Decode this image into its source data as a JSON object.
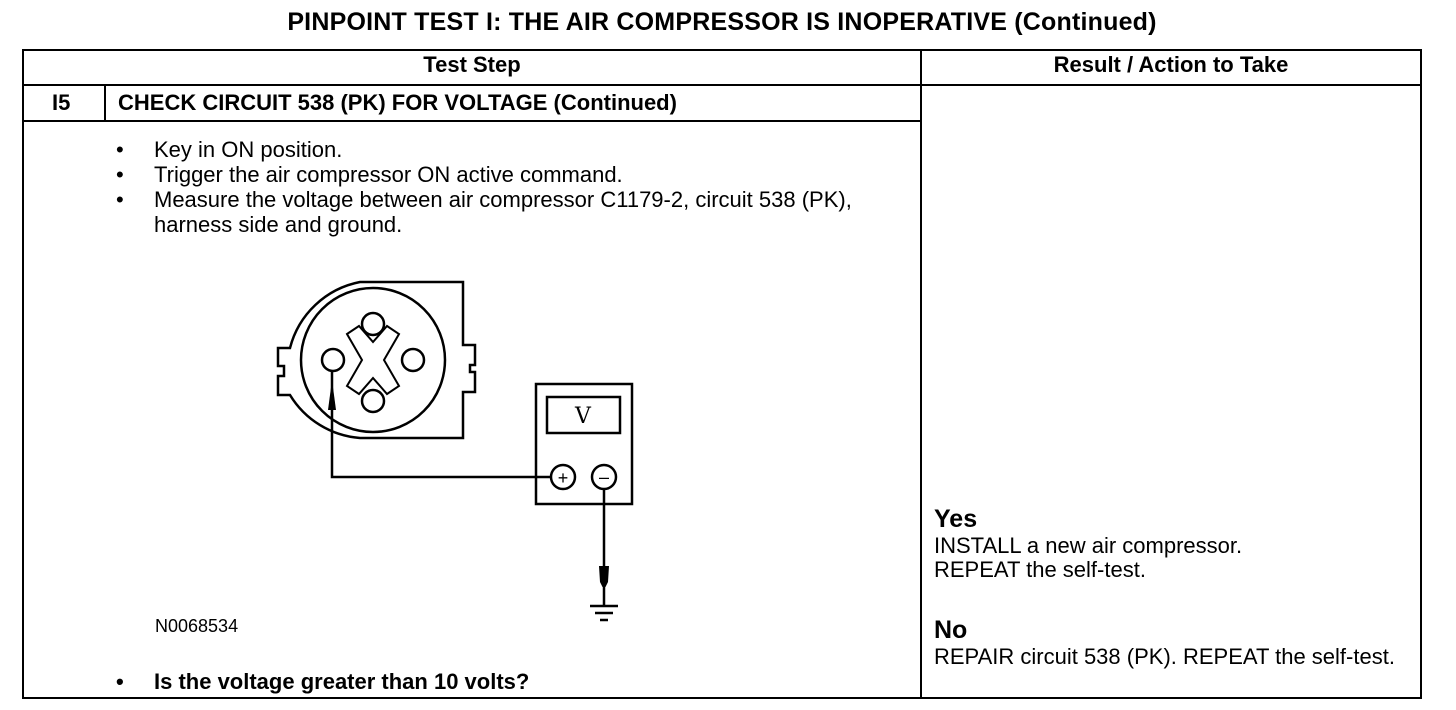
{
  "title": "PINPOINT TEST I: THE AIR COMPRESSOR IS INOPERATIVE (Continued)",
  "table": {
    "headers": {
      "test_step": "Test Step",
      "result": "Result / Action to Take"
    },
    "step": {
      "id": "I5",
      "title": "CHECK CIRCUIT 538 (PK) FOR VOLTAGE (Continued)",
      "bullets": [
        "Key in ON position.",
        "Trigger the air compressor ON active command.",
        "Measure the voltage between air compressor C1179-2, circuit 538 (PK), harness side and ground."
      ],
      "figure_id": "N0068534",
      "meter_symbol": "V",
      "question": "Is the voltage greater than 10 volts?"
    },
    "results": {
      "yes_heading": "Yes",
      "yes_text": "INSTALL a new air compressor. REPEAT the self-test.",
      "no_heading": "No",
      "no_text": "REPAIR circuit 538 (PK). REPEAT the self-test."
    }
  }
}
